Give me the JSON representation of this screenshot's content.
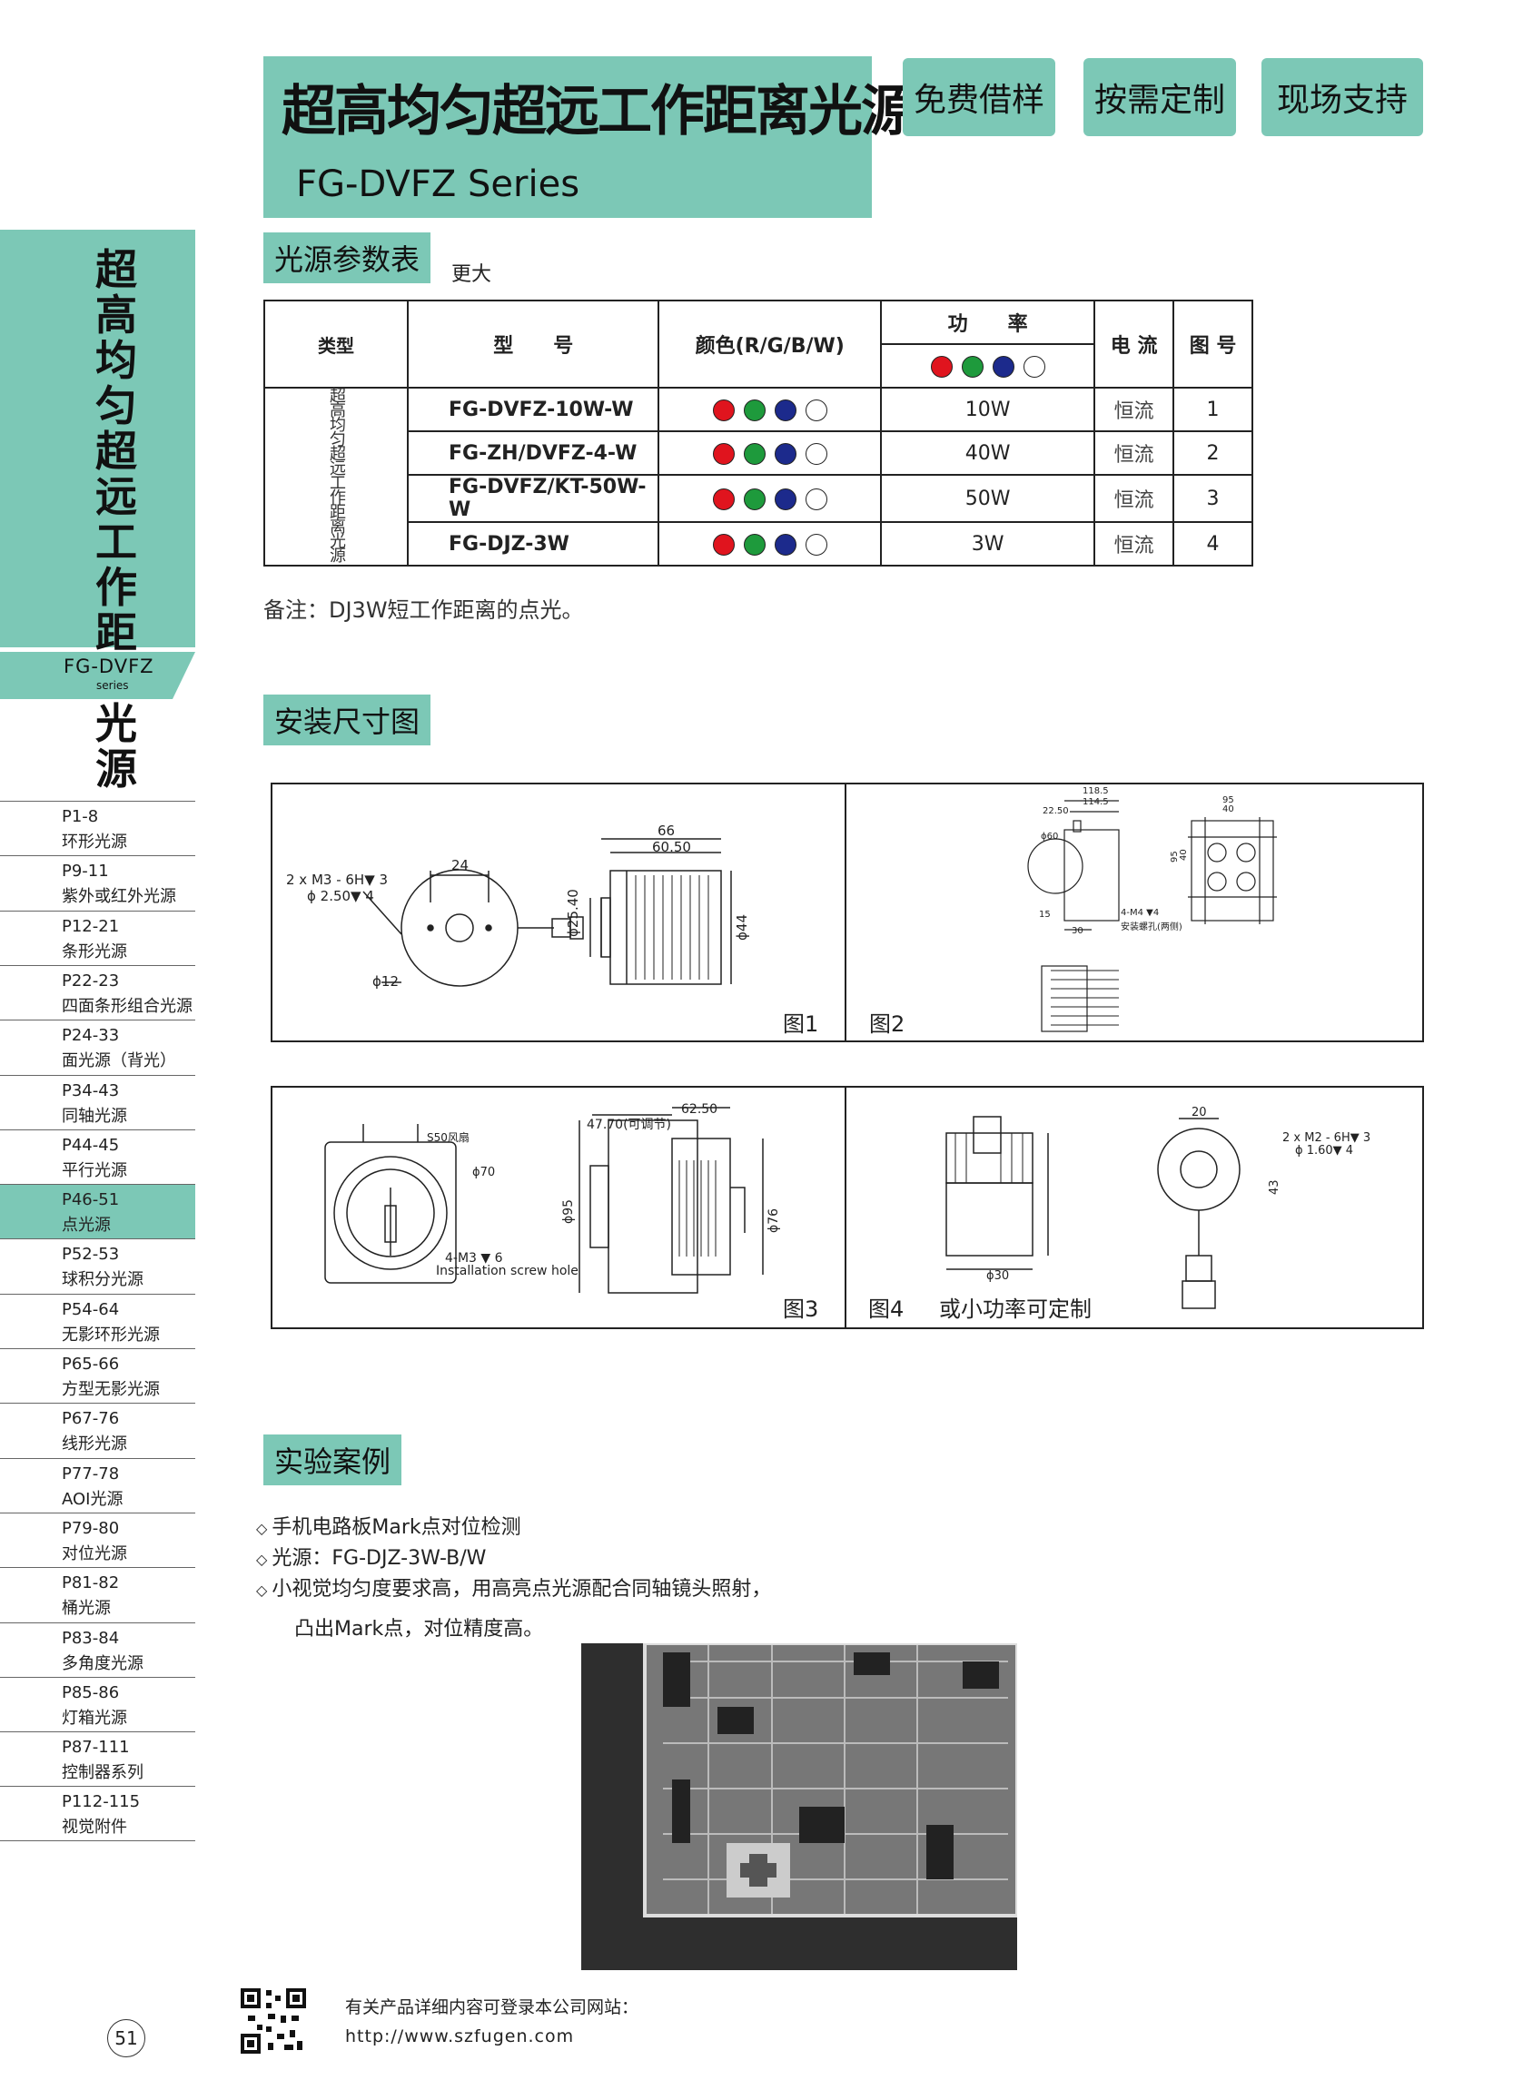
{
  "header": {
    "title": "超高均匀超远工作距离光源",
    "series": "FG-DVFZ  Series",
    "buttons": [
      "免费借样",
      "按需定制",
      "现场支持"
    ]
  },
  "sidebar": {
    "title": "超高均匀超远工作距离光源",
    "series": "FG-DVFZ",
    "series_sub": "series",
    "nav": [
      {
        "pages": "P1-8",
        "name": "环形光源"
      },
      {
        "pages": "P9-11",
        "name": "紫外或红外光源"
      },
      {
        "pages": "P12-21",
        "name": "条形光源"
      },
      {
        "pages": "P22-23",
        "name": "四面条形组合光源"
      },
      {
        "pages": "P24-33",
        "name": "面光源（背光）"
      },
      {
        "pages": "P34-43",
        "name": "同轴光源"
      },
      {
        "pages": "P44-45",
        "name": "平行光源"
      },
      {
        "pages": "P46-51",
        "name": "点光源"
      },
      {
        "pages": "P52-53",
        "name": "球积分光源"
      },
      {
        "pages": "P54-64",
        "name": "无影环形光源"
      },
      {
        "pages": "P65-66",
        "name": "方型无影光源"
      },
      {
        "pages": "P67-76",
        "name": "线形光源"
      },
      {
        "pages": "P77-78",
        "name": "AOI光源"
      },
      {
        "pages": "P79-80",
        "name": "对位光源"
      },
      {
        "pages": "P81-82",
        "name": "桶光源"
      },
      {
        "pages": "P83-84",
        "name": "多角度光源"
      },
      {
        "pages": "P85-86",
        "name": "灯箱光源"
      },
      {
        "pages": "P87-111",
        "name": "控制器系列"
      },
      {
        "pages": "P112-115",
        "name": "视觉附件"
      }
    ],
    "active_index": 7
  },
  "params": {
    "heading": "光源参数表",
    "more": "更大",
    "headers": {
      "type": "类型",
      "model": "型　　号",
      "color": "颜色(R/G/B/W)",
      "power": "功　　率",
      "current": "电 流",
      "figure": "图 号"
    },
    "type_label": "超高均匀超远工作距离光源",
    "colors": [
      "#e0141e",
      "#1e9a3c",
      "#1c2a8c",
      "#ffffff"
    ],
    "rows": [
      {
        "model": "FG-DVFZ-10W-W",
        "power": "10W",
        "current": "恒流",
        "figure": "1"
      },
      {
        "model": "FG-ZH/DVFZ-4-W",
        "power": "40W",
        "current": "恒流",
        "figure": "2"
      },
      {
        "model": "FG-DVFZ/KT-50W-W",
        "power": "50W",
        "current": "恒流",
        "figure": "3"
      },
      {
        "model": "FG-DJZ-3W",
        "power": "3W",
        "current": "恒流",
        "figure": "4"
      }
    ],
    "note": "备注：DJ3W短工作距离的点光。"
  },
  "install": {
    "heading": "安装尺寸图",
    "fig1": {
      "caption": "图1",
      "labels": [
        "2 x  M3 - 6H▼ 3",
        "ϕ 2.50▼ 4",
        "24",
        "ϕ12",
        "66",
        "60.50",
        "ϕ25.40",
        "ϕ44"
      ]
    },
    "fig2": {
      "caption": "图2",
      "labels": [
        "118.5",
        "114.5",
        "22.50",
        "ϕ60",
        "15",
        "30",
        "4-M4 ▼4",
        "安装螺孔(两侧)",
        "95",
        "40",
        "95",
        "40"
      ]
    },
    "fig3": {
      "caption": "图3",
      "labels": [
        "S50风扇",
        "ϕ70",
        "4-M3 ▼ 6",
        "Installation screw hole",
        "47.70(可调节)",
        "62.50",
        "ϕ95",
        "ϕ76"
      ]
    },
    "fig4": {
      "caption": "图4",
      "note": "或小功率可定制",
      "labels": [
        "43",
        "ϕ30",
        "20",
        "2 x  M2 - 6H▼ 3",
        "ϕ 1.60▼ 4"
      ]
    }
  },
  "cases": {
    "heading": "实验案例",
    "bullets": [
      "手机电路板Mark点对位检测",
      "光源：FG-DJZ-3W-B/W",
      "小视觉均匀度要求高，用高亮点光源配合同轴镜头照射，"
    ],
    "bullet_cont": "凸出Mark点，对位精度高。"
  },
  "footer": {
    "text": "有关产品详细内容可登录本公司网站：",
    "url": "http://www.szfugen.com",
    "page": "51"
  }
}
